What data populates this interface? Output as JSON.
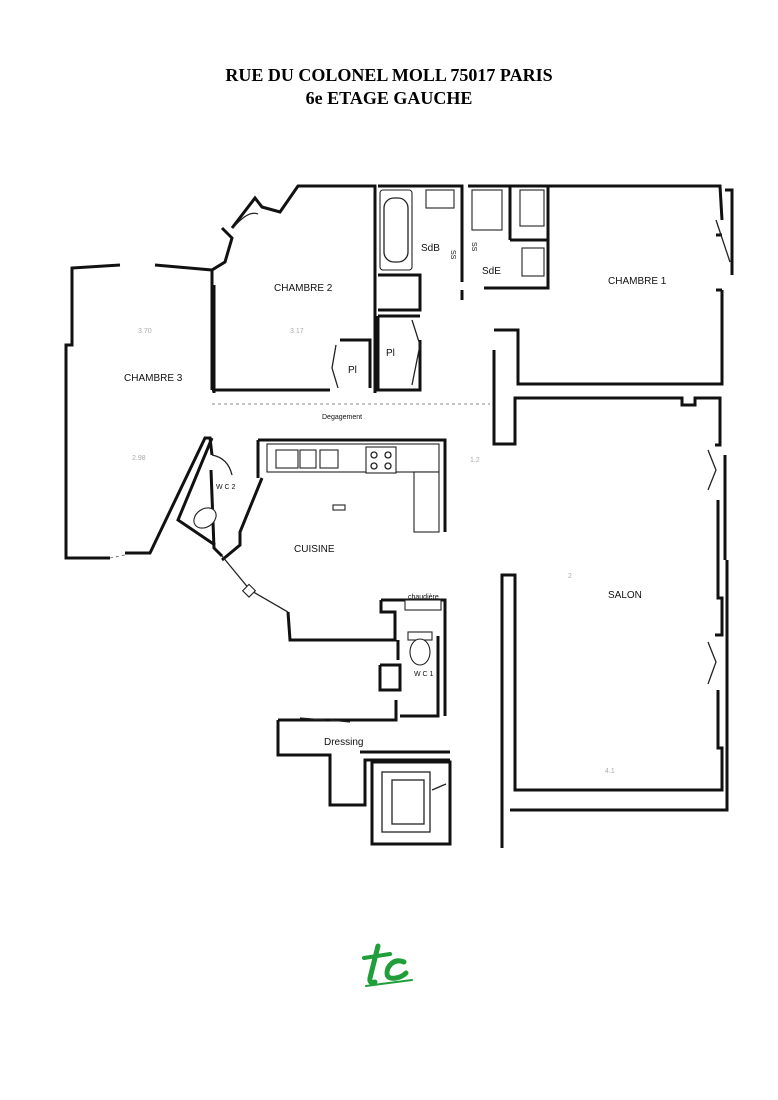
{
  "header": {
    "title_line1": "RUE DU COLONEL MOLL 75017 PARIS",
    "title_line2": "6e ETAGE GAUCHE"
  },
  "rooms": {
    "chambre1": "CHAMBRE 1",
    "chambre2": "CHAMBRE 2",
    "chambre3": "CHAMBRE 3",
    "sdb": "SdB",
    "sde": "SdE",
    "ss1": "SS",
    "ss2": "SS",
    "pl1": "Pl",
    "pl2": "Pl",
    "degagement": "Degagement",
    "wc2": "W C 2",
    "cuisine": "CUISINE",
    "chaudiere": "chaudière",
    "wc1": "W C 1",
    "salon": "SALON",
    "dressing": "Dressing"
  },
  "dimensions": {
    "ch3_top": "3.70",
    "ch3_mid": "2.98",
    "ch2_mid": "3.17",
    "salon_mid": "2",
    "salon_bottom": "4.1",
    "deg_mid": "1.2"
  },
  "colors": {
    "wall": "#111111",
    "logo_green": "#1f9e3a"
  },
  "logo": {
    "name": "tc-logo-icon",
    "text": "tc"
  }
}
